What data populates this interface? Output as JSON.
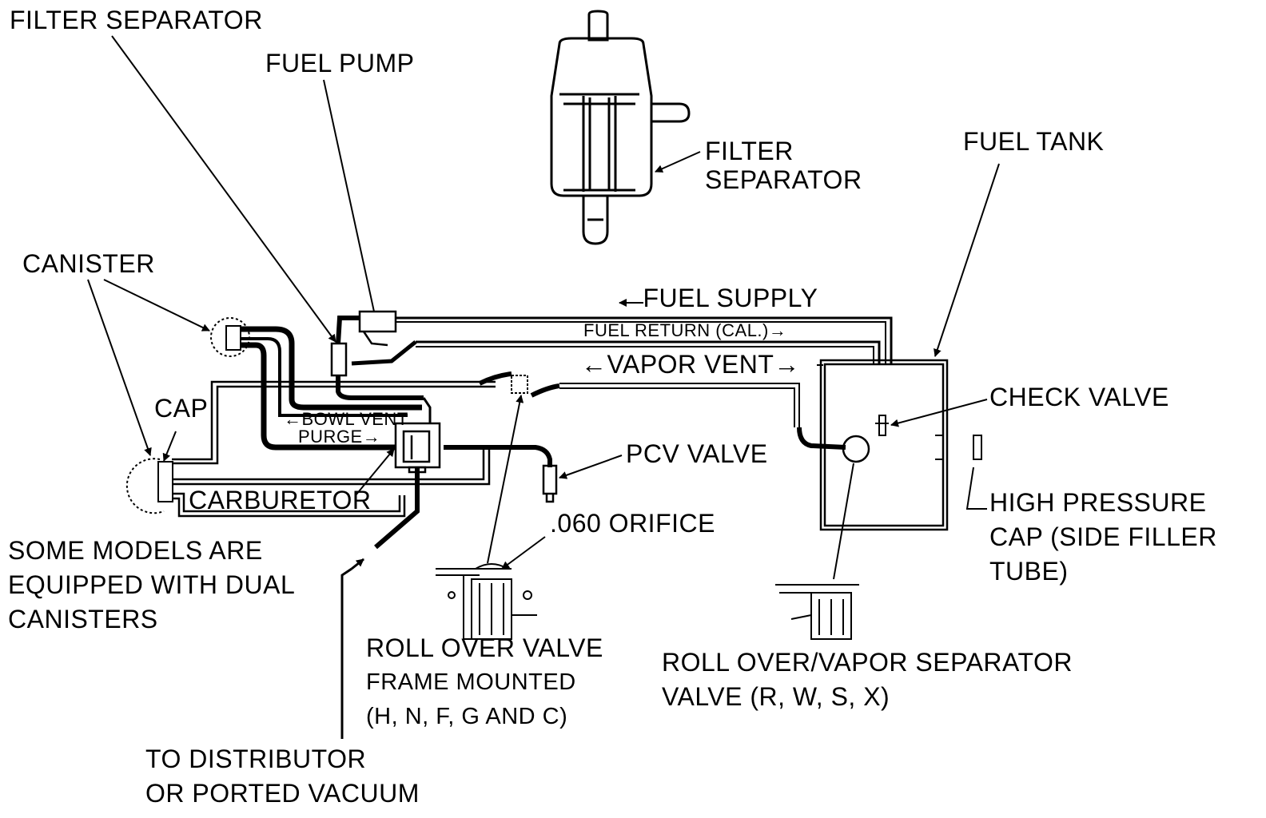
{
  "labels": {
    "filter_separator_top": "FILTER SEPARATOR",
    "fuel_pump": "FUEL PUMP",
    "filter_separator_detail_1": "FILTER",
    "filter_separator_detail_2": "SEPARATOR",
    "fuel_tank": "FUEL TANK",
    "canister": "CANISTER",
    "fuel_supply": "←FUEL SUPPLY",
    "fuel_return": "FUEL RETURN (CAL.)→",
    "vapor_vent": "←VAPOR VENT→",
    "check_valve": "CHECK VALVE",
    "cap": "CAP",
    "bowl_vent": "←BOWL VENT",
    "purge": "PURGE→",
    "pcv_valve": "PCV VALVE",
    "carburetor": "CARBURETOR",
    "high_pressure_cap_1": "HIGH PRESSURE",
    "high_pressure_cap_2": "CAP (SIDE FILLER",
    "high_pressure_cap_3": "TUBE)",
    "orifice": ".060 ORIFICE",
    "dual_canisters_1": "SOME MODELS ARE",
    "dual_canisters_2": "EQUIPPED WITH DUAL",
    "dual_canisters_3": "CANISTERS",
    "roll_over_valve_1": "ROLL OVER VALVE",
    "roll_over_valve_2": "FRAME MOUNTED",
    "roll_over_valve_3": "(H, N, F, G AND C)",
    "roll_over_vapor_1": "ROLL OVER/VAPOR SEPARATOR",
    "roll_over_vapor_2": "VALVE (R, W, S, X)",
    "distributor_1": "TO DISTRIBUTOR",
    "distributor_2": "OR PORTED VACUUM"
  }
}
